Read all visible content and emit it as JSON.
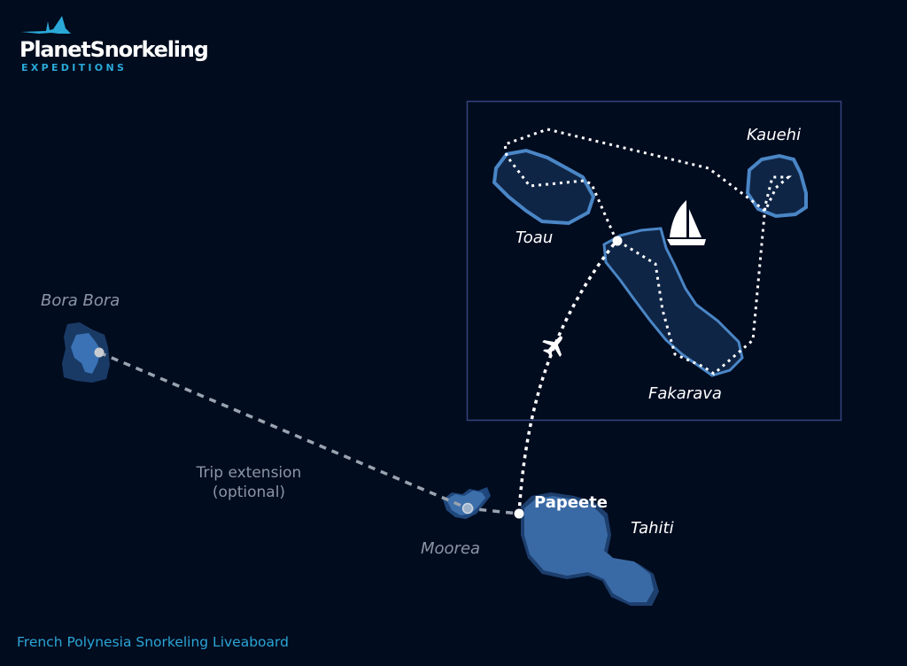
{
  "logo": {
    "brand": "PlanetSnorkeling",
    "subtitle": "EXPEDITIONS",
    "icon": "manta-ray-icon",
    "accent_color": "#2aa9d8"
  },
  "map": {
    "background_color": "#020c1f",
    "inset_border_color": "#3b4a8a",
    "island_fill_light": "#3a6aa5",
    "island_fill_dark": "#0f2546",
    "island_outline": "#4a86c6",
    "islands": [
      {
        "name": "Bora Bora",
        "style": "dimmed"
      },
      {
        "name": "Moorea",
        "style": "dimmed"
      },
      {
        "name": "Tahiti",
        "style": "active"
      },
      {
        "name": "Toau",
        "style": "inset"
      },
      {
        "name": "Fakarava",
        "style": "inset"
      },
      {
        "name": "Kauehi",
        "style": "inset"
      }
    ],
    "points": [
      {
        "name": "Papeete",
        "type": "departure"
      }
    ],
    "icons": [
      "airplane-icon",
      "sailboat-icon"
    ],
    "routes": [
      {
        "label": "Trip extension (optional)",
        "style": "dashed-gray"
      },
      {
        "label": "Flight Papeete to Fakarava",
        "style": "dotted-white"
      },
      {
        "label": "Liveaboard loop",
        "style": "dotted-white"
      }
    ]
  },
  "labels": {
    "bora_bora": "Bora Bora",
    "moorea": "Moorea",
    "tahiti": "Tahiti",
    "papeete": "Papeete",
    "toau": "Toau",
    "fakarava": "Fakarava",
    "kauehi": "Kauehi",
    "trip_extension_line1": "Trip extension",
    "trip_extension_line2": "(optional)"
  },
  "caption": "French Polynesia Snorkeling Liveaboard"
}
